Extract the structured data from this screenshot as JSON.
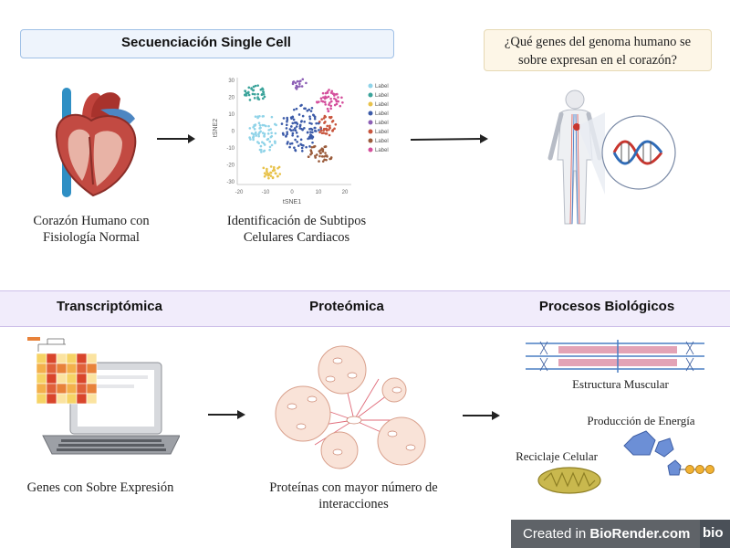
{
  "top": {
    "title": "Secuenciación Single Cell",
    "question_line1": "¿Qué genes del genoma humano se",
    "question_line2": "sobre expresan en el corazón?",
    "heart_caption_line1": "Corazón Humano con",
    "heart_caption_line2": "Fisiología Normal",
    "tsne_caption_line1": "Identificación de Subtipos",
    "tsne_caption_line2": "Celulares Cardiacos"
  },
  "tsne": {
    "xlabel": "tSNE1",
    "ylabel": "tSNE2",
    "xticks": [
      "-20",
      "-10",
      "0",
      "10",
      "20"
    ],
    "yticks": [
      "30",
      "20",
      "10",
      "0",
      "-10",
      "-20",
      "-30"
    ],
    "legend": [
      {
        "label": "Label",
        "color": "#8fd3e8"
      },
      {
        "label": "Label",
        "color": "#3aa39a"
      },
      {
        "label": "Label",
        "color": "#e8c24a"
      },
      {
        "label": "Label",
        "color": "#3b5aa8"
      },
      {
        "label": "Label",
        "color": "#8c5fb5"
      },
      {
        "label": "Label",
        "color": "#c8553d"
      },
      {
        "label": "Label",
        "color": "#9a5b3b"
      },
      {
        "label": "Label",
        "color": "#d44f9c"
      }
    ]
  },
  "bottom": {
    "band1": "Transcriptómica",
    "band2": "Proteómica",
    "band3": "Procesos Biológicos",
    "laptop_caption": "Genes con Sobre Expresión",
    "proteins_caption_line1": "Proteínas con mayor número de",
    "proteins_caption_line2": "interacciones",
    "muscle_label": "Estructura Muscular",
    "energy_label": "Producción de Energía",
    "recycle_label": "Reciclaje Celular"
  },
  "footer": {
    "created_prefix": "Created in ",
    "brand": "BioRender.com",
    "bio": "bio"
  },
  "colors": {
    "heart_red": "#b9423b",
    "vessel_blue": "#2f8fc4",
    "band_purple": "#f1ecfb",
    "banner_blue": "#eef4fc",
    "question_bg": "#fdf6e7",
    "dna_red": "#c8352e",
    "dna_blue": "#2f6cb8"
  }
}
